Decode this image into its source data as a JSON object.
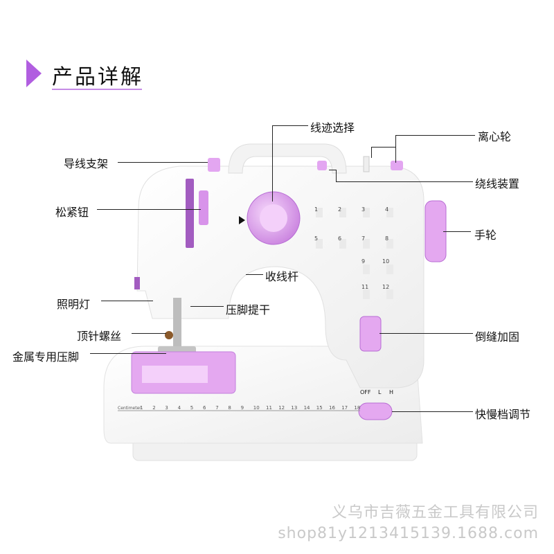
{
  "heading": {
    "title": "产品详解"
  },
  "callouts": {
    "thread_stand": "导线支架",
    "stitch_selector": "线迹选择",
    "eccentric_wheel": "离心轮",
    "bobbin_winder": "绕线装置",
    "tension_knob": "松紧钮",
    "handwheel": "手轮",
    "take_up_lever": "收线杆",
    "light": "照明灯",
    "presser_lifter": "压脚提干",
    "needle_screw": "顶针螺丝",
    "presser_foot": "金属专用压脚",
    "reverse_stitch": "倒缝加固",
    "speed_switch": "快慢档调节"
  },
  "machine_labels": {
    "speed_off": "OFF",
    "speed_low": "L",
    "speed_high": "H",
    "ruler_label": "Centimeter",
    "ruler_ticks": [
      "1",
      "2",
      "3",
      "4",
      "5",
      "6",
      "7",
      "8",
      "9",
      "10",
      "11",
      "12",
      "13",
      "14",
      "15",
      "16",
      "17",
      "18"
    ],
    "stitch_numbers": [
      "1",
      "2",
      "3",
      "4",
      "5",
      "6",
      "7",
      "8",
      "9",
      "10",
      "11",
      "12"
    ]
  },
  "watermark": {
    "company": "义乌市吉薇五金工具有限公司",
    "url": "shop81y1213415139.1688.com"
  },
  "colors": {
    "accent": "#b15ee0",
    "pink": "#e4a8f0",
    "body": "#ffffff",
    "outline": "#dcdcdc"
  }
}
